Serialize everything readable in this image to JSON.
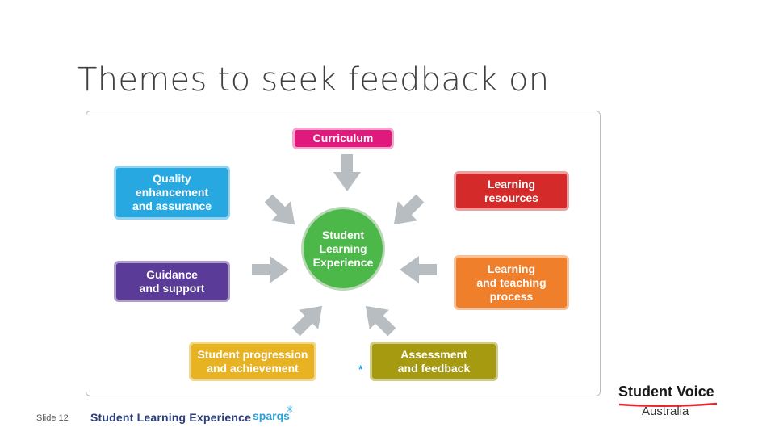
{
  "slide": {
    "title": "Themes to seek feedback on",
    "number_label": "Slide 12"
  },
  "diagram": {
    "center_label": "Student\nLearning\nExperience",
    "themes": [
      {
        "key": "curriculum",
        "label": "Curriculum",
        "color": "#e0197d"
      },
      {
        "key": "learning-resources",
        "label": "Learning\nresources",
        "color": "#d42a2a"
      },
      {
        "key": "learning-teaching",
        "label": "Learning\nand teaching\nprocess",
        "color": "#f07f2c"
      },
      {
        "key": "assessment",
        "label": "Assessment\nand feedback",
        "color": "#a69a10"
      },
      {
        "key": "progression",
        "label": "Student progression\nand achievement",
        "color": "#e8b323"
      },
      {
        "key": "guidance",
        "label": "Guidance\nand support",
        "color": "#5a3b97"
      },
      {
        "key": "quality",
        "label": "Quality\nenhancement\nand assurance",
        "color": "#28a8e0"
      }
    ],
    "center_color": "#4cb84a",
    "arrow_color": "#b8bdc2",
    "asterisk": "*"
  },
  "footer": {
    "title": "Student Learning Experience",
    "sparqs": "sparqs",
    "sparqs_star": "✳",
    "brand_top": "Student Voice",
    "brand_bottom": "Australia",
    "brand_accent": "#e3262b"
  }
}
